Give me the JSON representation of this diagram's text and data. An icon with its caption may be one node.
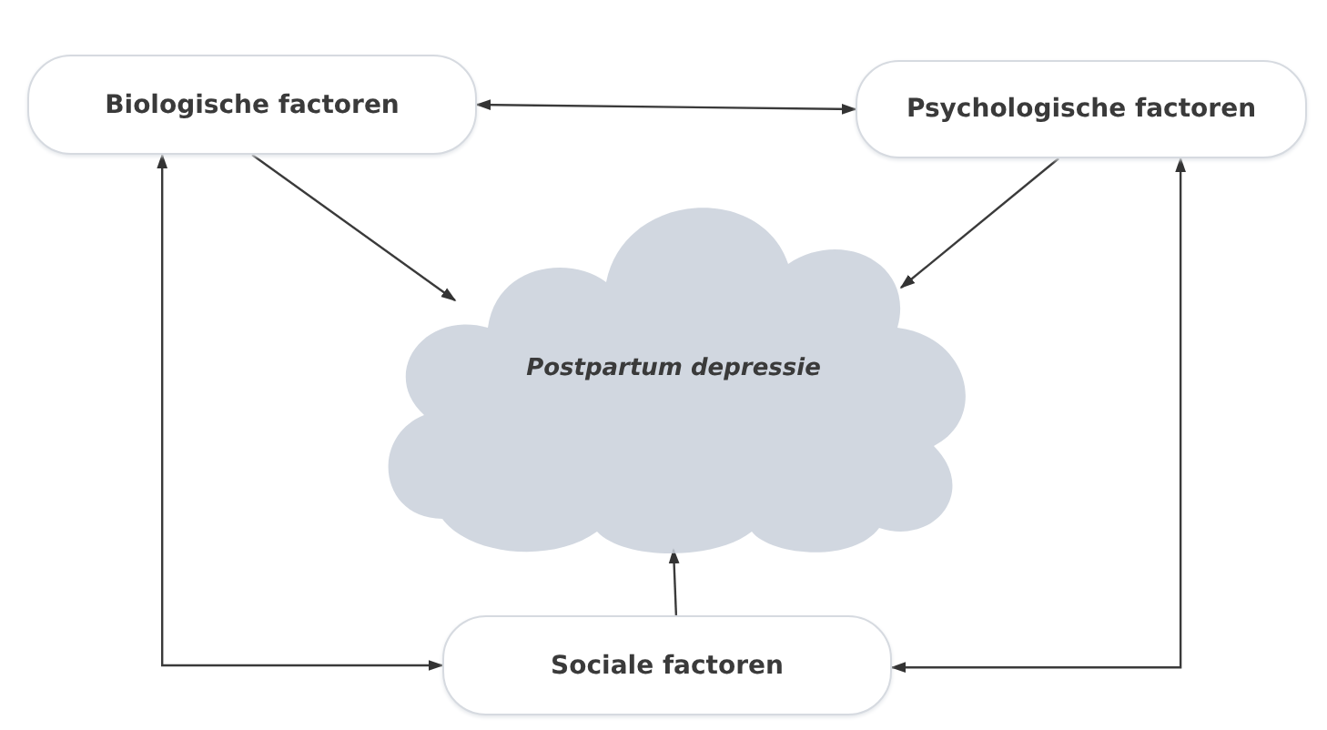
{
  "diagram": {
    "nodes": [
      {
        "text": [
          "Biologische factoren"
        ]
      },
      {
        "text": [
          "Psychologische factoren"
        ]
      },
      {
        "text": [
          "Sociale factoren"
        ]
      },
      {
        "text": [
          "Postpartum depressie"
        ]
      }
    ],
    "edges": [
      {
        "from": 0,
        "to": 1,
        "arrow": "both"
      },
      {
        "from": 0,
        "to": 3,
        "arrow": "to"
      },
      {
        "from": 1,
        "to": 3,
        "arrow": "to"
      },
      {
        "from": 2,
        "to": 3,
        "arrow": "to"
      },
      {
        "from": 2,
        "to": 0,
        "arrow": "both"
      },
      {
        "from": 2,
        "to": 1,
        "arrow": "both"
      }
    ]
  }
}
